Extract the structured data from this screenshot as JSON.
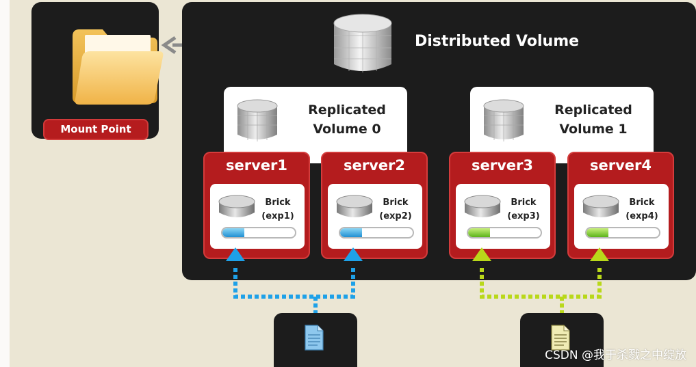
{
  "mount_point": {
    "label": "Mount Point",
    "icon": "folder-icon"
  },
  "distributed_volume": {
    "title": "Distributed Volume",
    "icon": "database-icon"
  },
  "replicated_volumes": [
    {
      "line1": "Replicated",
      "line2": "Volume 0",
      "icon": "database-icon"
    },
    {
      "line1": "Replicated",
      "line2": "Volume 1",
      "icon": "database-icon"
    }
  ],
  "servers": [
    {
      "name": "server1",
      "brick_label": "Brick",
      "brick_id": "(exp1)",
      "fill": 0.3,
      "color": "#1f8fd2"
    },
    {
      "name": "server2",
      "brick_label": "Brick",
      "brick_id": "(exp2)",
      "fill": 0.3,
      "color": "#1f8fd2"
    },
    {
      "name": "server3",
      "brick_label": "Brick",
      "brick_id": "(exp3)",
      "fill": 0.3,
      "color": "#5bb319"
    },
    {
      "name": "server4",
      "brick_label": "Brick",
      "brick_id": "(exp4)",
      "fill": 0.3,
      "color": "#5bb319"
    }
  ],
  "clients": [
    {
      "icon": "document-icon",
      "color": "#8ec8ee"
    },
    {
      "icon": "document-icon",
      "color": "#f0ecb4"
    }
  ],
  "colors": {
    "panel": "#1c1c1c",
    "server_red": "#b41c1e",
    "link_blue": "#1ea1e8",
    "link_green": "#b9d81a",
    "arrow_gray": "#8a8a8a"
  },
  "watermark": "CSDN @我于杀戮之中绽放"
}
